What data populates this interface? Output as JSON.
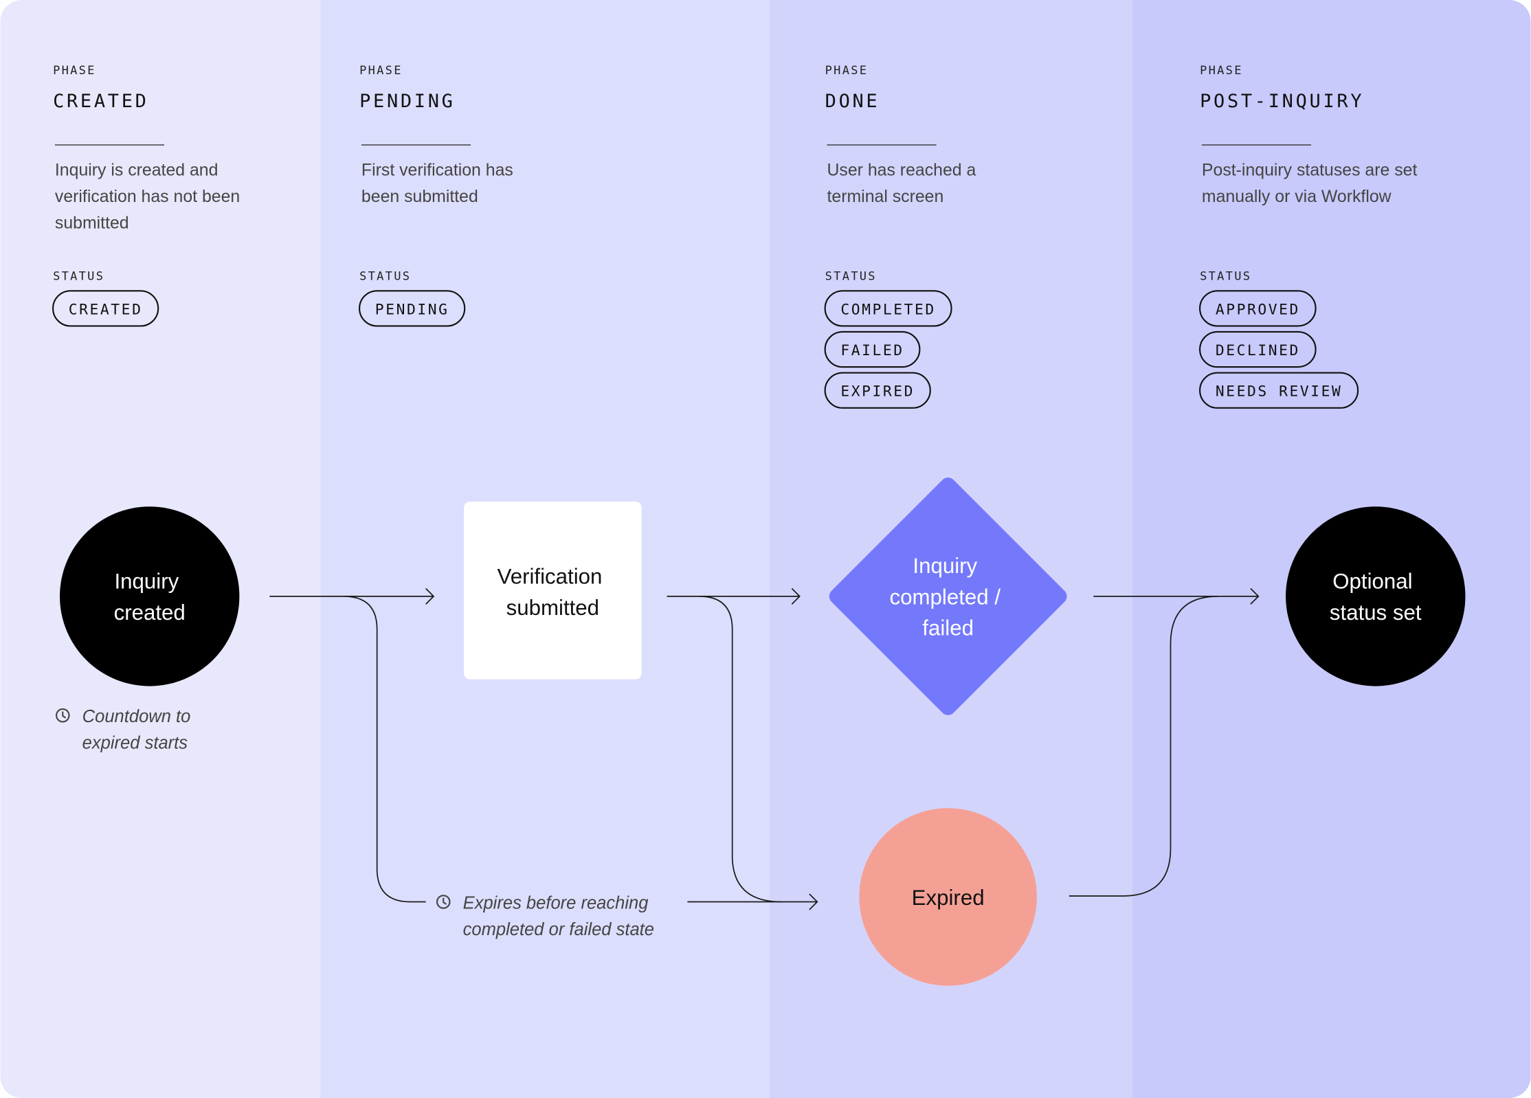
{
  "colors": {
    "column_1": "#e8e8fc",
    "column_2": "#dcdefd",
    "column_3": "#d3d4fc",
    "column_4": "#c8cafb",
    "diamond": "#7479fb",
    "expired": "#f5a095",
    "dark_node": "#000000"
  },
  "phases": [
    {
      "kicker": "PHASE",
      "title": "CREATED",
      "description": [
        "Inquiry is created and",
        "verification has not been",
        "submitted"
      ],
      "status_label": "STATUS",
      "statuses": [
        "CREATED"
      ]
    },
    {
      "kicker": "PHASE",
      "title": "PENDING",
      "description": [
        "First verification has",
        "been submitted"
      ],
      "status_label": "STATUS",
      "statuses": [
        "PENDING"
      ]
    },
    {
      "kicker": "PHASE",
      "title": "DONE",
      "description": [
        "User has reached a",
        "terminal screen"
      ],
      "status_label": "STATUS",
      "statuses": [
        "COMPLETED",
        "FAILED",
        "EXPIRED"
      ]
    },
    {
      "kicker": "PHASE",
      "title": "POST-INQUIRY",
      "description": [
        "Post-inquiry statuses are set",
        "manually or via Workflow"
      ],
      "status_label": "STATUS",
      "statuses": [
        "APPROVED",
        "DECLINED",
        "NEEDS REVIEW"
      ]
    }
  ],
  "nodes": {
    "inquiry_created": [
      "Inquiry",
      "created"
    ],
    "verification_submitted": [
      "Verification",
      "submitted"
    ],
    "inquiry_completed": [
      "Inquiry",
      "completed /",
      "failed"
    ],
    "expired": [
      "Expired"
    ],
    "optional_status": [
      "Optional",
      "status set"
    ]
  },
  "notes": {
    "countdown": {
      "icon": "clock-icon",
      "lines": [
        "Countdown to",
        "expired starts"
      ]
    },
    "expires": {
      "icon": "clock-icon",
      "lines": [
        "Expires before reaching",
        "completed or failed state"
      ]
    }
  }
}
